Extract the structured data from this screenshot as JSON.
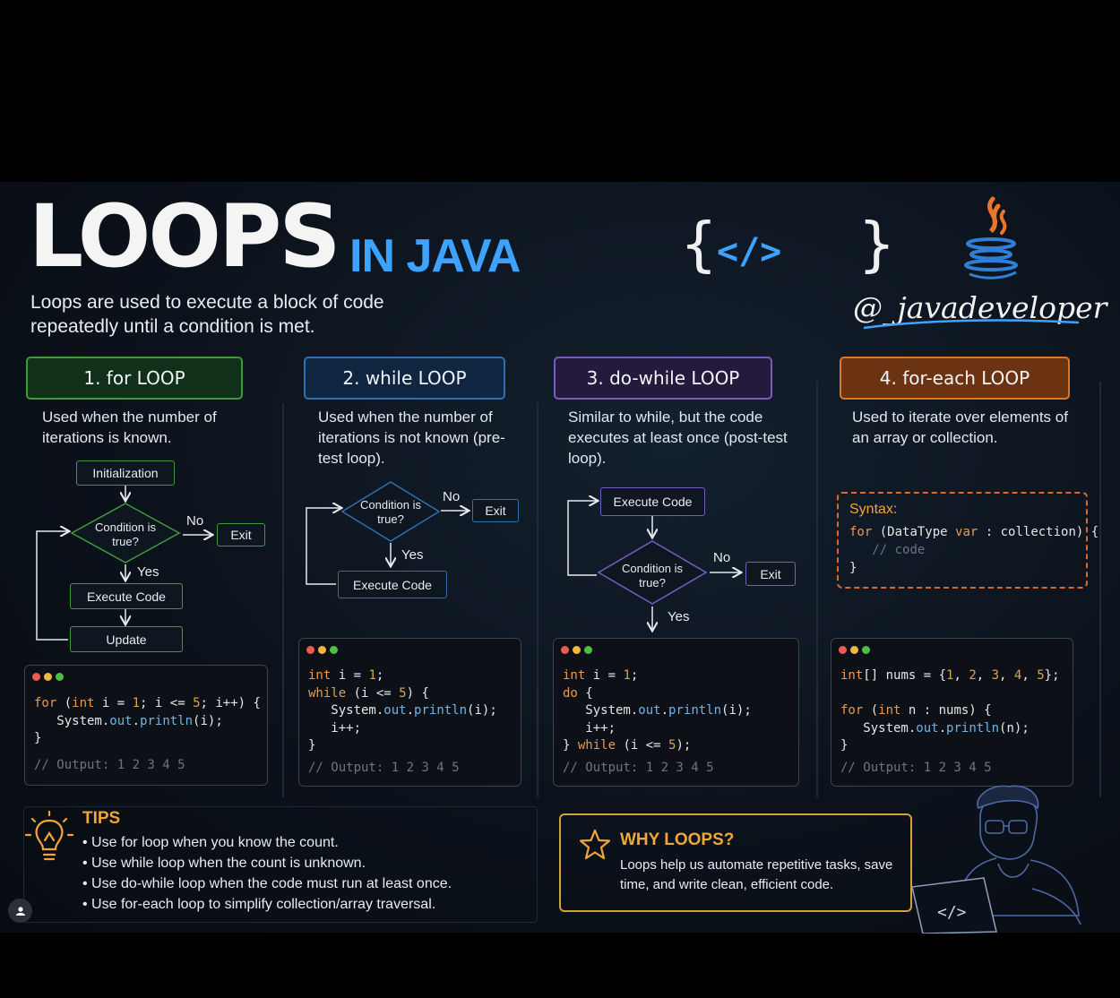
{
  "header": {
    "title_main": "LOOPS",
    "title_sub": "IN JAVA",
    "intro": "Loops are used to execute a block of code repeatedly until a condition is met.",
    "handle": "@_javadeveloper",
    "code_tag": "</>"
  },
  "colors": {
    "for": "#3f9a3a",
    "while": "#2f6fb3",
    "do_while": "#7a5bc2",
    "for_each": "#d97a2a",
    "accent_blue": "#3ea2ff",
    "accent_orange": "#f2a33a"
  },
  "sections": {
    "for": {
      "header": "1. for LOOP",
      "description": "Used when the number of iterations is known.",
      "flow": {
        "init": "Initialization",
        "condition": "Condition is true?",
        "no": "No",
        "exit": "Exit",
        "yes": "Yes",
        "execute": "Execute Code",
        "update": "Update"
      },
      "code": [
        "for (int i = 1; i <= 5; i++) {",
        "   System.out.println(i);",
        "}"
      ],
      "output": "// Output: 1 2 3 4 5"
    },
    "while": {
      "header": "2. while LOOP",
      "description": "Used when the number of iterations is not known (pre-test loop).",
      "flow": {
        "condition": "Condition is true?",
        "no": "No",
        "exit": "Exit",
        "yes": "Yes",
        "execute": "Execute Code"
      },
      "code": [
        "int i = 1;",
        "while (i <= 5) {",
        "   System.out.println(i);",
        "   i++;",
        "}"
      ],
      "output": "// Output: 1 2 3 4 5"
    },
    "do_while": {
      "header": "3. do-while LOOP",
      "description": "Similar to while, but the code executes at least once (post-test loop).",
      "flow": {
        "execute": "Execute Code",
        "condition": "Condition is true?",
        "no": "No",
        "exit": "Exit",
        "yes": "Yes"
      },
      "code": [
        "int i = 1;",
        "do {",
        "   System.out.println(i);",
        "   i++;",
        "} while (i <= 5);"
      ],
      "output": "// Output:  1 2 3 4 5"
    },
    "for_each": {
      "header": "4. for-each LOOP",
      "description": "Used to iterate over elements of an array or collection.",
      "syntax_label": "Syntax:",
      "syntax_code": [
        "for (DataType var : collection) {",
        "   // code",
        "}"
      ],
      "code": [
        "int[] nums = {1, 2, 3, 4, 5};",
        "",
        "for (int n : nums) {",
        "   System.out.println(n);",
        "}"
      ],
      "output": "// Output:  1 2 3 4 5"
    }
  },
  "tips": {
    "title": "TIPS",
    "items": [
      "Use for loop when you know the count.",
      "Use while loop when the count is unknown.",
      "Use do-while loop when the code must run at least once.",
      "Use for-each loop to simplify collection/array traversal."
    ]
  },
  "why": {
    "title": "WHY LOOPS?",
    "text": "Loops help us automate repetitive tasks, save time, and write clean, efficient code."
  }
}
